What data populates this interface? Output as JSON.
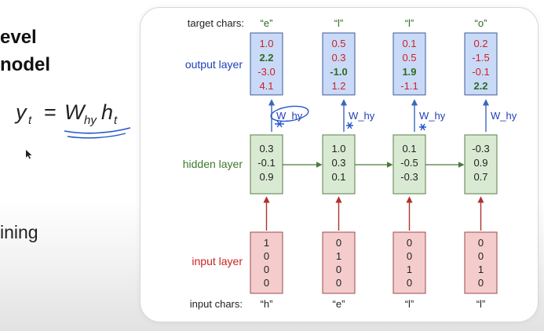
{
  "slide": {
    "heading_line1": "evel",
    "heading_line2": "nodel",
    "equation": {
      "lhs": "y",
      "lhs_sub": "t",
      "equals": "=",
      "w": "W",
      "w_sub": "hy",
      "h": "h",
      "h_sub": "t"
    },
    "partial_text": "ining"
  },
  "diagram": {
    "labels": {
      "target": "target chars:",
      "output": "output layer",
      "hidden": "hidden layer",
      "input": "input layer",
      "input_chars": "input chars:"
    },
    "weight_label": "W_hy",
    "columns": [
      {
        "target": "“e”",
        "output": [
          "1.0",
          "2.2",
          "-3.0",
          "4.1"
        ],
        "output_highlight": 1,
        "hidden": [
          "0.3",
          "-0.1",
          "0.9"
        ],
        "input": [
          "1",
          "0",
          "0",
          "0"
        ],
        "char": "“h”"
      },
      {
        "target": "“l”",
        "output": [
          "0.5",
          "0.3",
          "-1.0",
          "1.2"
        ],
        "output_highlight": 2,
        "hidden": [
          "1.0",
          "0.3",
          "0.1"
        ],
        "input": [
          "0",
          "1",
          "0",
          "0"
        ],
        "char": "“e”"
      },
      {
        "target": "“l”",
        "output": [
          "0.1",
          "0.5",
          "1.9",
          "-1.1"
        ],
        "output_highlight": 2,
        "hidden": [
          "0.1",
          "-0.5",
          "-0.3"
        ],
        "input": [
          "0",
          "0",
          "1",
          "0"
        ],
        "char": "“l”"
      },
      {
        "target": "“o”",
        "output": [
          "0.2",
          "-1.5",
          "-0.1",
          "2.2"
        ],
        "output_highlight": 3,
        "hidden": [
          "-0.3",
          "0.9",
          "0.7"
        ],
        "input": [
          "0",
          "0",
          "1",
          "0"
        ],
        "char": "“l”"
      }
    ],
    "colors": {
      "output_fill": "#c9daf8",
      "output_stroke": "#3c5a99",
      "hidden_fill": "#d9ead3",
      "hidden_stroke": "#5a7d4a",
      "input_fill": "#f4cccc",
      "input_stroke": "#9b4a4a",
      "red_text": "#cc2222",
      "green_text": "#2e6a1e",
      "blue_label": "#1f3fb8",
      "green_label": "#3b7a2a",
      "red_label": "#cc2222",
      "arrow_blue": "#3d66b8",
      "arrow_green": "#4a7a3a",
      "arrow_red": "#b03030",
      "pen_blue": "#2255cc"
    }
  }
}
